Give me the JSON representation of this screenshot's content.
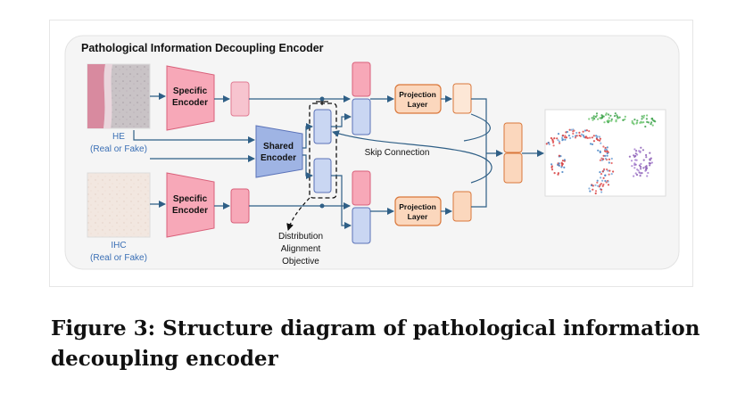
{
  "diagram": {
    "panel_title": "Pathological Information Decoupling Encoder",
    "he_label": "HE",
    "he_sublabel": "(Real or Fake)",
    "ihc_label": "IHC",
    "ihc_sublabel": "(Real or Fake)",
    "specific_encoder_label": [
      "Specific",
      "Encoder"
    ],
    "shared_encoder_label": [
      "Shared",
      "Encoder"
    ],
    "projection_layer_label": [
      "Projection",
      "Layer"
    ],
    "skip_connection_label": "Skip Connection",
    "alignment_label": [
      "Distribution",
      "Alignment",
      "Objective"
    ]
  },
  "colors": {
    "specific_encoder_fill": "#f7a8b8",
    "specific_encoder_stroke": "#d9607a",
    "shared_encoder_fill": "#9fb4e4",
    "shared_encoder_stroke": "#5a72b8",
    "projection_fill": "#fbd7bd",
    "projection_stroke": "#d9773a",
    "arrow": "#2f5f86",
    "label_blue": "#3a6fb5"
  },
  "caption": "Figure 3: Structure diagram of pathological information decoupling encoder"
}
